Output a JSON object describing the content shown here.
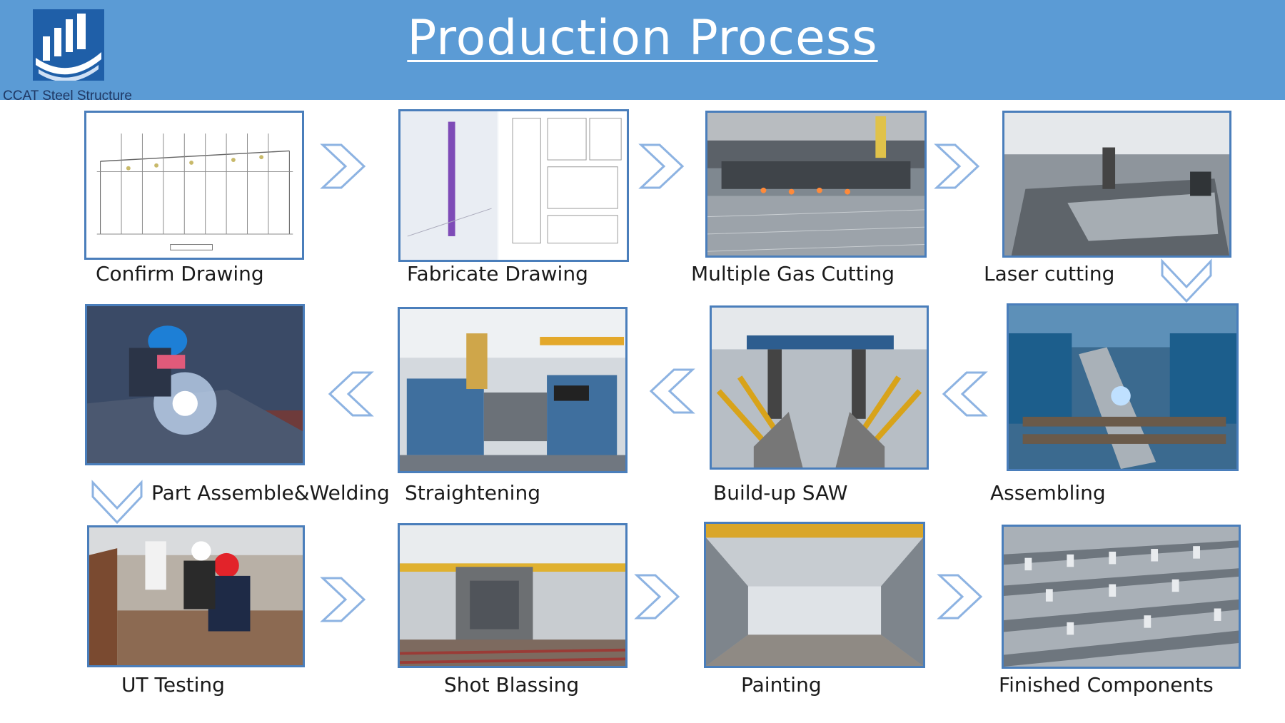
{
  "header": {
    "title": "Production  Process",
    "brand": "CCAT Steel Structure",
    "bg_color": "#5b9bd5"
  },
  "steps": [
    {
      "label": "Confirm Drawing",
      "image": "structural-elevation-drawing"
    },
    {
      "label": "Fabricate Drawing",
      "image": "column-3d-model-and-shop-drawing"
    },
    {
      "label": "Multiple Gas Cutting",
      "image": "gas-cutting-machine"
    },
    {
      "label": "Laser cutting",
      "image": "laser-cutting-machine"
    },
    {
      "label": "Assembling",
      "image": "assembling-machine"
    },
    {
      "label": "Build-up SAW",
      "image": "submerged-arc-welding-line"
    },
    {
      "label": "Straightening",
      "image": "straightening-machine"
    },
    {
      "label": "Part Assemble&Welding",
      "image": "welder-with-sparks"
    },
    {
      "label": "UT Testing",
      "image": "ultrasonic-testing-workers"
    },
    {
      "label": "Shot Blassing",
      "image": "shot-blasting-workshop"
    },
    {
      "label": "Painting",
      "image": "painting-workshop"
    },
    {
      "label": "Finished  Components",
      "image": "finished-steel-beams"
    }
  ],
  "arrows": [
    "chevron-right-icon",
    "chevron-right-icon",
    "chevron-right-icon",
    "chevron-down-icon",
    "chevron-left-icon",
    "chevron-left-icon",
    "chevron-left-icon",
    "chevron-down-icon",
    "chevron-right-icon",
    "chevron-right-icon",
    "chevron-right-icon"
  ],
  "colors": {
    "frame": "#4a7ebb",
    "arrow": "#8db3e2"
  }
}
